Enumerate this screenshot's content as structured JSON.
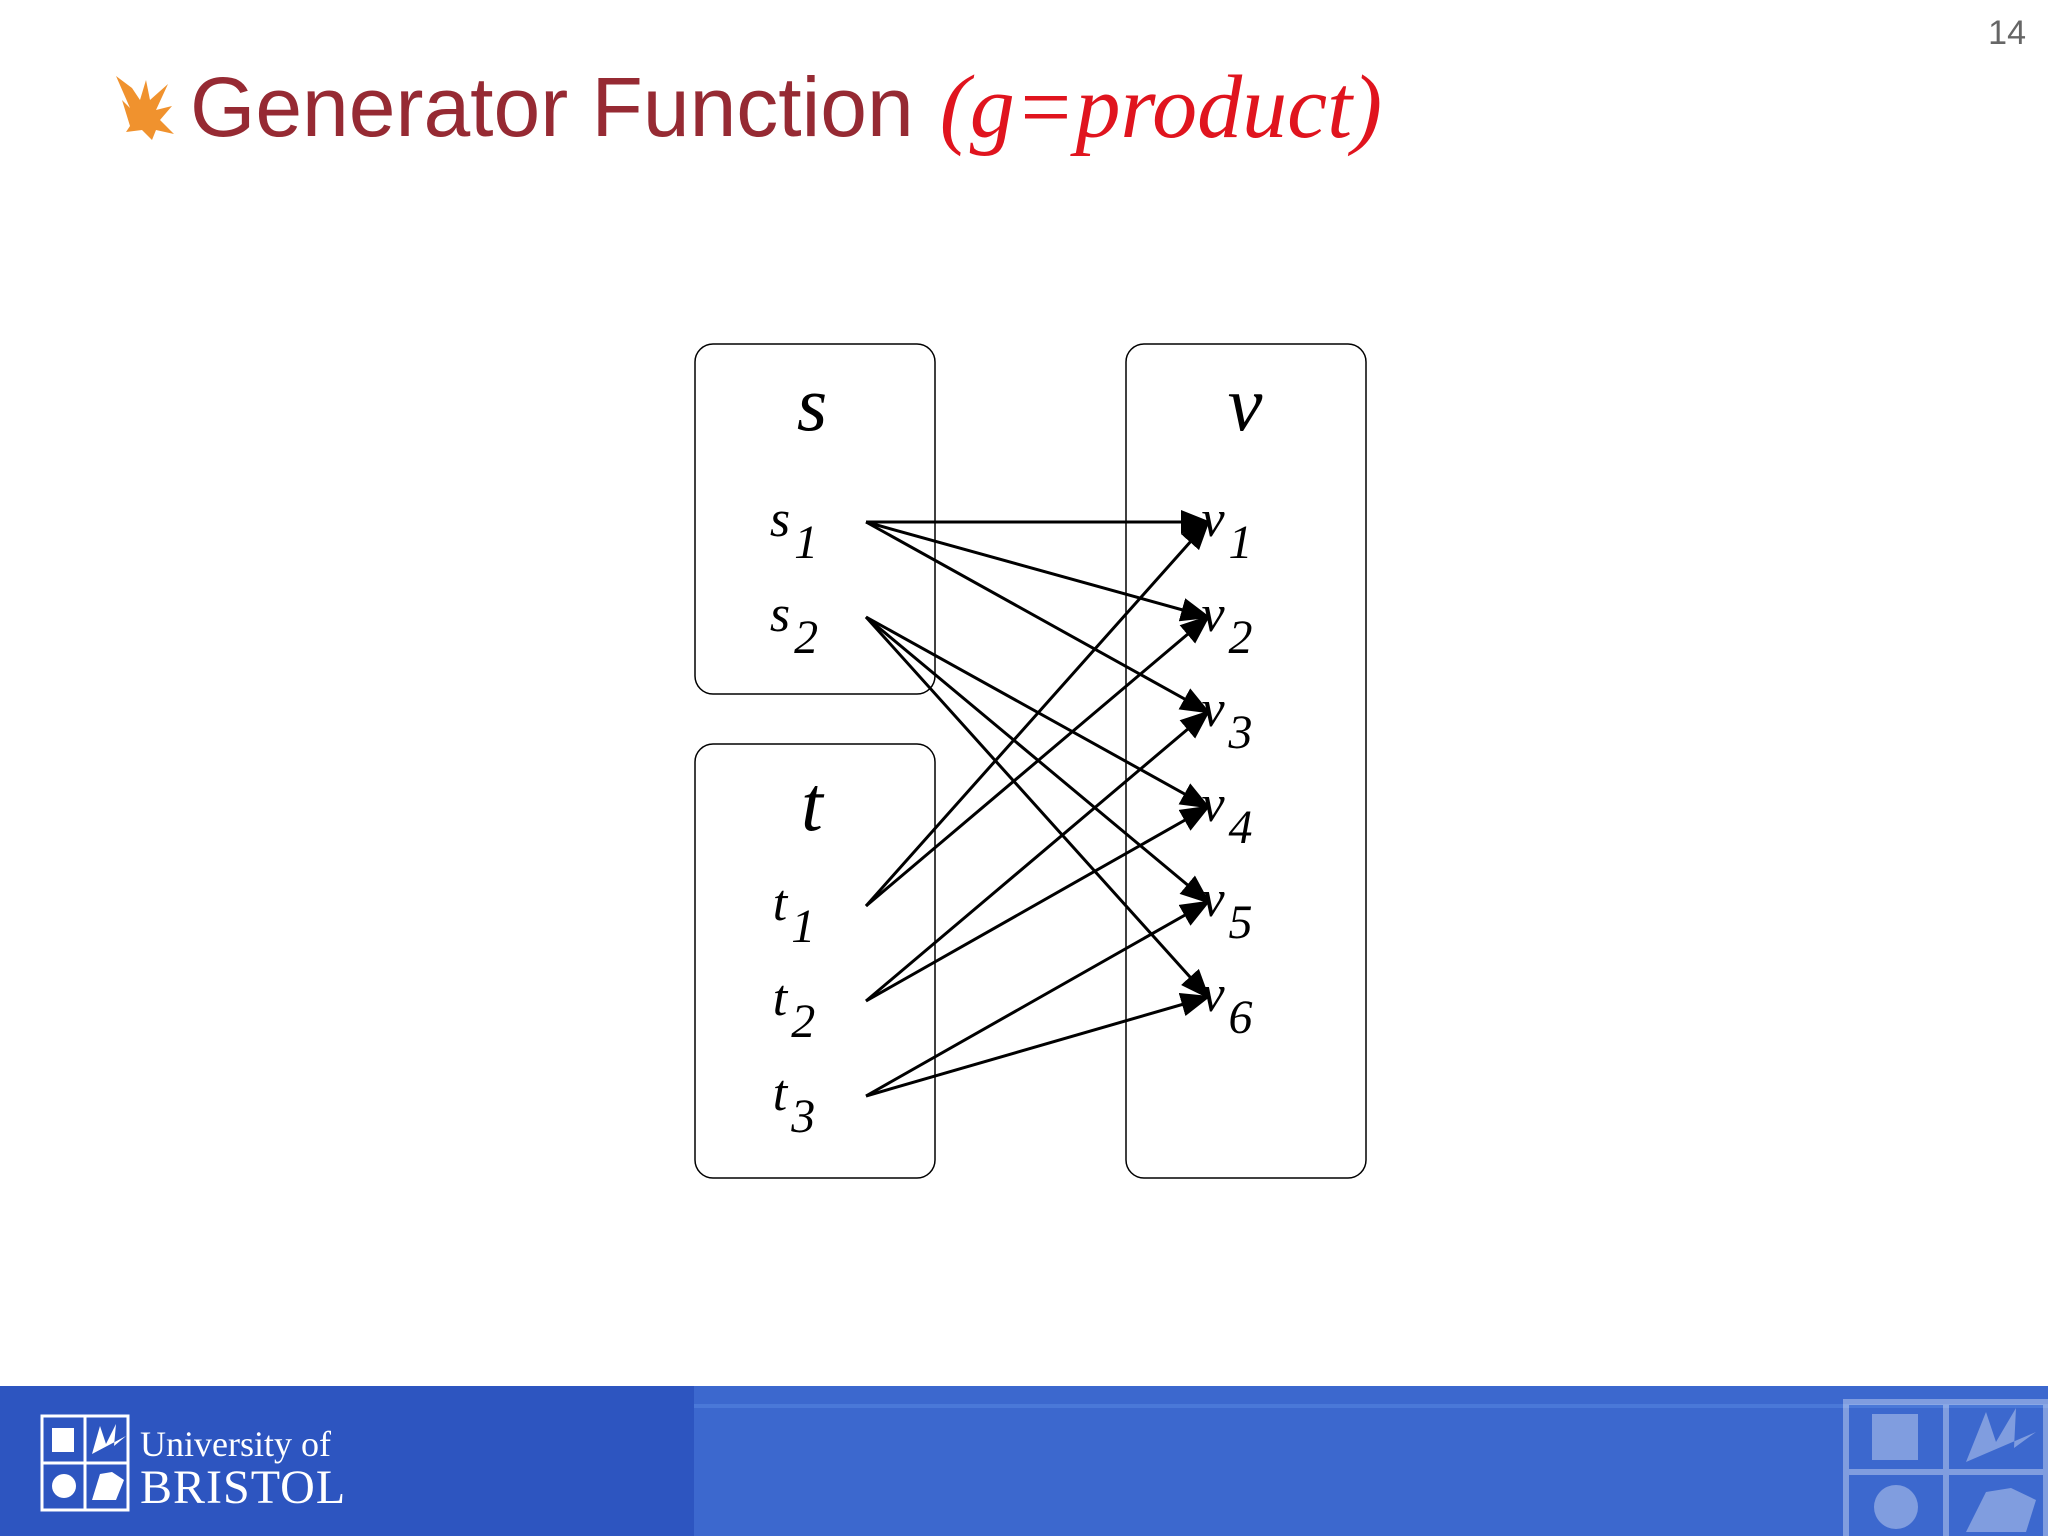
{
  "slide": {
    "number": "14",
    "title_main": "Generator Function",
    "title_sub": "(g=product)"
  },
  "diagram": {
    "groups": [
      {
        "id": "s",
        "label": "s",
        "nodes": [
          {
            "id": "s1",
            "base": "s",
            "sub": "1"
          },
          {
            "id": "s2",
            "base": "s",
            "sub": "2"
          }
        ]
      },
      {
        "id": "t",
        "label": "t",
        "nodes": [
          {
            "id": "t1",
            "base": "t",
            "sub": "1"
          },
          {
            "id": "t2",
            "base": "t",
            "sub": "2"
          },
          {
            "id": "t3",
            "base": "t",
            "sub": "3"
          }
        ]
      },
      {
        "id": "v",
        "label": "v",
        "nodes": [
          {
            "id": "v1",
            "base": "v",
            "sub": "1"
          },
          {
            "id": "v2",
            "base": "v",
            "sub": "2"
          },
          {
            "id": "v3",
            "base": "v",
            "sub": "3"
          },
          {
            "id": "v4",
            "base": "v",
            "sub": "4"
          },
          {
            "id": "v5",
            "base": "v",
            "sub": "5"
          },
          {
            "id": "v6",
            "base": "v",
            "sub": "6"
          }
        ]
      }
    ],
    "edges": [
      [
        "s1",
        "v1"
      ],
      [
        "s1",
        "v2"
      ],
      [
        "s1",
        "v3"
      ],
      [
        "s2",
        "v4"
      ],
      [
        "s2",
        "v5"
      ],
      [
        "s2",
        "v6"
      ],
      [
        "t1",
        "v1"
      ],
      [
        "t1",
        "v2"
      ],
      [
        "t2",
        "v3"
      ],
      [
        "t2",
        "v4"
      ],
      [
        "t3",
        "v5"
      ],
      [
        "t3",
        "v6"
      ]
    ]
  },
  "footer": {
    "logo_line1": "University of",
    "logo_line2": "BRISTOL"
  },
  "colors": {
    "title": "#962a33",
    "title_sub": "#e0141e",
    "footer": "#2d55c0",
    "bullet": "#f0922e"
  }
}
